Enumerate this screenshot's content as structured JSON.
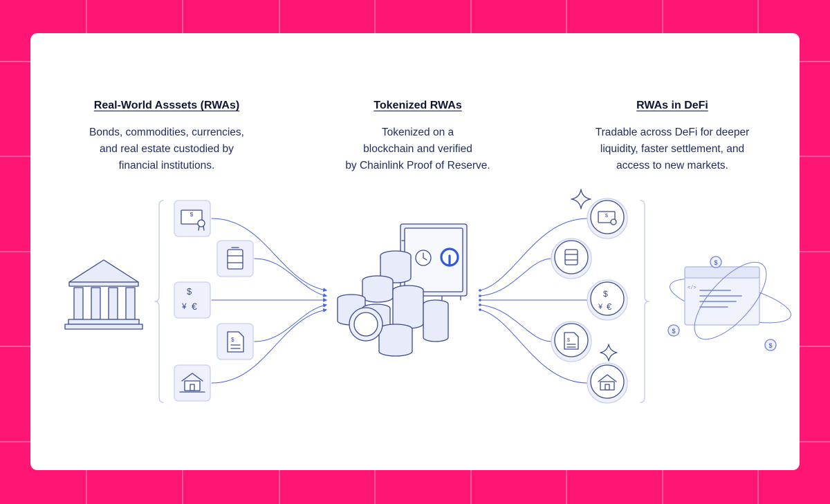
{
  "columns": [
    {
      "title": "Real-World Asssets (RWAs)",
      "lines": [
        "Bonds, commodities, currencies,",
        "and real estate custodied by",
        "financial institutions."
      ]
    },
    {
      "title": "Tokenized RWAs",
      "lines": [
        "Tokenized on a",
        "blockchain and verified",
        "by Chainlink Proof of Reserve."
      ]
    },
    {
      "title": "RWAs in DeFi",
      "lines": [
        "Tradable across DeFi for deeper",
        "liquidity, faster settlement, and",
        "access to new markets."
      ]
    }
  ],
  "icon_names": [
    "bank-icon",
    "certificate-icon",
    "barrel-icon",
    "currency-icon",
    "document-icon",
    "house-icon",
    "vault-icon",
    "coin-stack-icon",
    "browser-window-icon",
    "dollar-coin-icon",
    "sparkle-icon"
  ],
  "colors": {
    "background": "#ff1675",
    "card": "#ffffff",
    "heading": "#0f1530",
    "text": "#1f2d63",
    "line": "#4a63d6",
    "icon_stroke": "#3a4a8f",
    "icon_fill": "#e8ecfa"
  }
}
